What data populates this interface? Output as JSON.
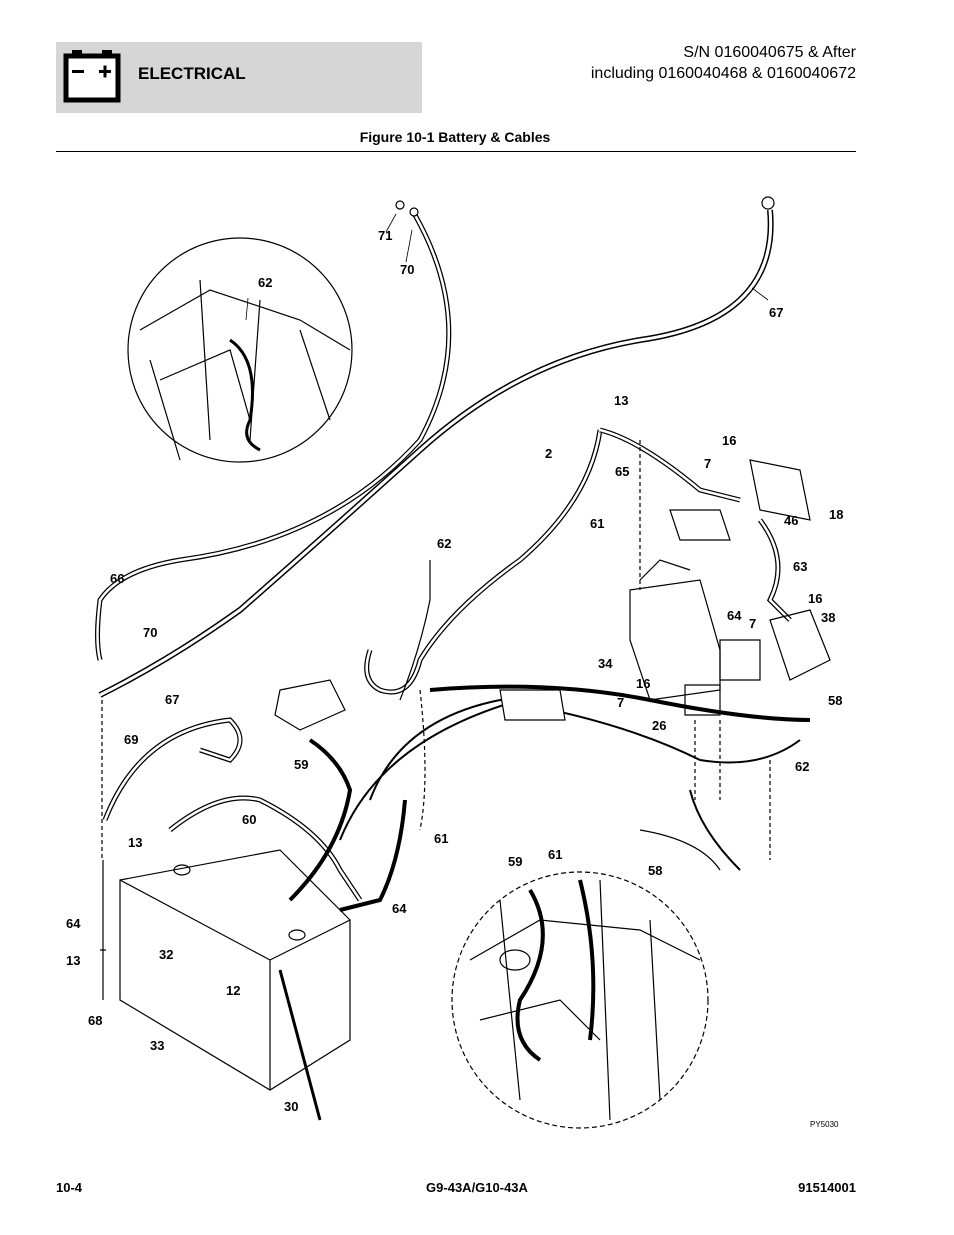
{
  "header": {
    "section": "ELECTRICAL",
    "serial_line1": "S/N 0160040675 & After",
    "serial_line2": "including 0160040468 & 0160040672"
  },
  "figure": {
    "title": "Figure 10-1 Battery & Cables",
    "drawing_code": "PY5030",
    "callouts": [
      "71",
      "70",
      "62",
      "67",
      "13",
      "2",
      "65",
      "16",
      "7",
      "18",
      "46",
      "61",
      "63",
      "62",
      "66",
      "70",
      "16",
      "38",
      "7",
      "64",
      "34",
      "58",
      "16",
      "7",
      "26",
      "67",
      "69",
      "59",
      "62",
      "60",
      "61",
      "13",
      "59",
      "61",
      "58",
      "64",
      "64",
      "32",
      "13",
      "12",
      "68",
      "33",
      "30"
    ]
  },
  "footer": {
    "page": "10-4",
    "model": "G9-43A/G10-43A",
    "part_no": "91514001"
  },
  "icons": {
    "battery": "battery-icon"
  }
}
